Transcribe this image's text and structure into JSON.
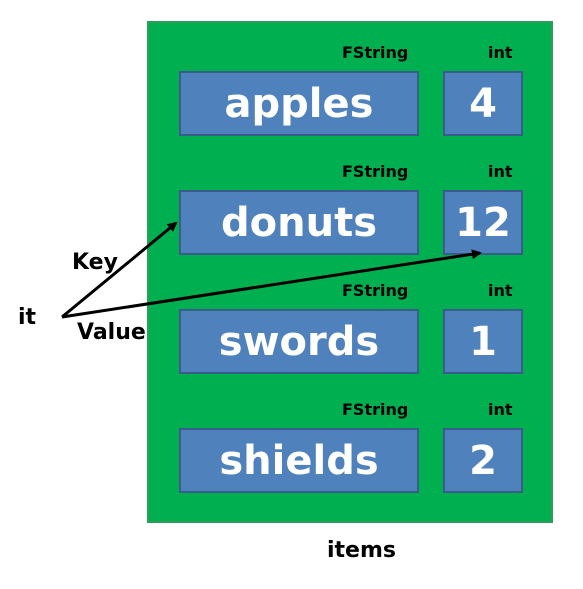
{
  "container": {
    "caption": "items",
    "fill_color": "#00b050"
  },
  "entries": [
    {
      "key": "apples",
      "value": "4",
      "key_type": "FString",
      "value_type": "int"
    },
    {
      "key": "donuts",
      "value": "12",
      "key_type": "FString",
      "value_type": "int"
    },
    {
      "key": "swords",
      "value": "1",
      "key_type": "FString",
      "value_type": "int"
    },
    {
      "key": "shields",
      "value": "2",
      "key_type": "FString",
      "value_type": "int"
    }
  ],
  "iterator": {
    "label": "it",
    "key_arrow_label": "Key",
    "value_arrow_label": "Value"
  },
  "colors": {
    "cell_fill": "#4f81bd",
    "cell_border": "#385d8a",
    "arrow": "#000000"
  }
}
